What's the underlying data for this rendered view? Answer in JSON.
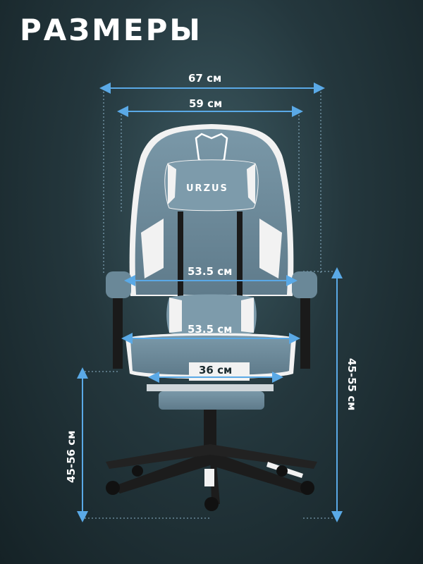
{
  "title": "РАЗМЕРЫ",
  "brand": "URZUS",
  "dimensions": {
    "overall_width": "67 см",
    "back_width": "59 см",
    "armrest_width": "53.5 см",
    "seat_width": "53.5 см",
    "seat_depth": "36 см",
    "seat_height": "45-56 см",
    "armrest_height": "45-55 см"
  },
  "colors": {
    "accent_line": "#5aa9e6",
    "chair_fabric": "#6e8c9c",
    "chair_trim": "#f2f2f2",
    "background": "#24373d"
  }
}
